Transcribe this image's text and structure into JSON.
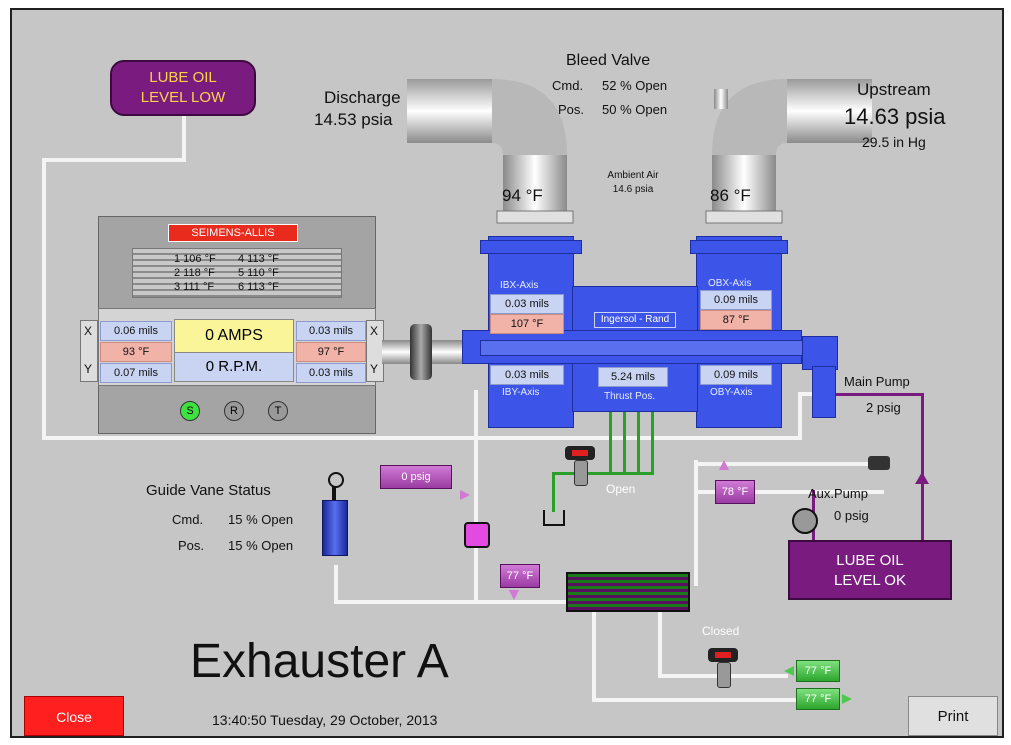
{
  "title": "Exhauster A",
  "timestamp": "13:40:50 Tuesday, 29 October, 2013",
  "buttons": {
    "close": "Close",
    "print": "Print"
  },
  "lube_low": {
    "line1": "LUBE OIL",
    "line2": "LEVEL LOW"
  },
  "lube_ok": {
    "line1": "LUBE OIL",
    "line2": "LEVEL OK"
  },
  "discharge": {
    "label": "Discharge",
    "value": "14.53 psia",
    "temp": "94 °F"
  },
  "bleed_valve": {
    "label": "Bleed Valve",
    "cmd_label": "Cmd.",
    "cmd_value": "52 % Open",
    "pos_label": "Pos.",
    "pos_value": "50 % Open"
  },
  "ambient": {
    "line1": "Ambient Air",
    "line2": "14.6 psia"
  },
  "upstream": {
    "label": "Upstream",
    "value": "14.63 psia",
    "vacuum": "29.5 in Hg",
    "temp": "86 °F"
  },
  "motor": {
    "brand": "SEIMENS-ALLIS",
    "windings": [
      "1 106 °F",
      "4 113 °F",
      "2 118 °F",
      "5 110 °F",
      "3 111 °F",
      "6 113 °F"
    ],
    "amps": "0 AMPS",
    "rpm": "0 R.P.M.",
    "left": {
      "x_mils": "0.06 mils",
      "temp": "93 °F",
      "y_mils": "0.07 mils"
    },
    "right": {
      "x_mils": "0.03 mils",
      "temp": "97 °F",
      "y_mils": "0.03 mils"
    },
    "x_label": "X",
    "y_label": "Y",
    "indicators": [
      "S",
      "R",
      "T"
    ]
  },
  "compressor": {
    "brand": "Ingersol - Rand",
    "ibx": {
      "label": "IBX-Axis",
      "mils": "0.03 mils",
      "temp": "107 °F"
    },
    "obx": {
      "label": "OBX-Axis",
      "mils": "0.09 mils",
      "temp": "87 °F"
    },
    "iby": {
      "label": "IBY-Axis",
      "mils": "0.03 mils"
    },
    "oby": {
      "label": "OBY-Axis",
      "mils": "0.09 mils"
    },
    "thrust": {
      "label": "Thrust Pos.",
      "value": "5.24 mils"
    }
  },
  "main_pump": {
    "label": "Main Pump",
    "value": "2 psig"
  },
  "aux_pump": {
    "label": "Aux.Pump",
    "value": "0 psig"
  },
  "guide_vane": {
    "label": "Guide Vane Status",
    "cmd_label": "Cmd.",
    "cmd_value": "15 % Open",
    "pos_label": "Pos.",
    "pos_value": "15 % Open"
  },
  "oil_pressure": "0 psig",
  "valve_open": "Open",
  "valve_closed": "Closed",
  "temps": {
    "oil_out": "78 °F",
    "oil_in": "77 °F",
    "water_1": "77 °F",
    "water_2": "77 °F"
  },
  "colors": {
    "background": "#c6c6c6",
    "compressor": "#3c55e8",
    "lube": "#7a1c7f",
    "close_button": "#ff1f1f"
  }
}
